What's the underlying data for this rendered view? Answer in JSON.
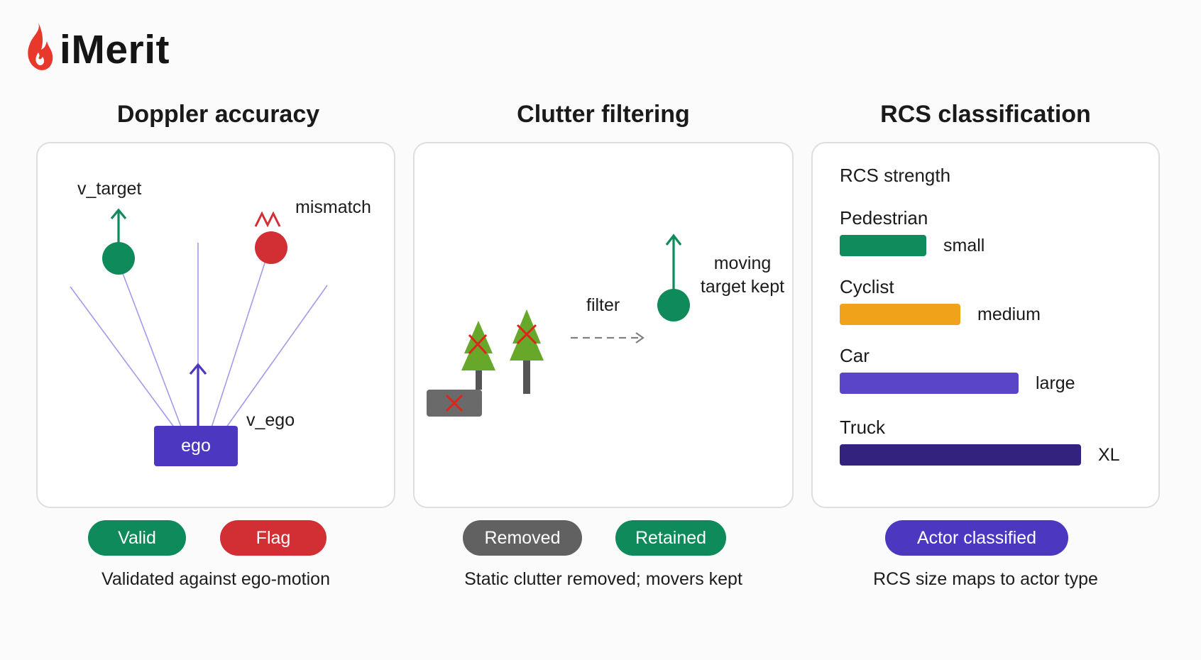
{
  "brand": {
    "name": "iMerit",
    "flame_color": "#e8372b"
  },
  "doppler": {
    "title": "Doppler accuracy",
    "label_target": "v_target",
    "label_mismatch": "mismatch",
    "label_ego_velocity": "v_ego",
    "ego_box": "ego",
    "pill_valid": "Valid",
    "pill_flag": "Flag",
    "caption": "Validated against ego-motion"
  },
  "clutter": {
    "title": "Clutter filtering",
    "filter_label": "filter",
    "moving_label_line1": "moving",
    "moving_label_line2": "target kept",
    "pill_removed": "Removed",
    "pill_retained": "Retained",
    "caption": "Static clutter removed; movers kept"
  },
  "rcs": {
    "title": "RCS classification",
    "heading": "RCS strength",
    "items": [
      {
        "name": "Pedestrian",
        "size": "small",
        "color": "#0e8c5c",
        "strength": 0.36
      },
      {
        "name": "Cyclist",
        "size": "medium",
        "color": "#f0a21b",
        "strength": 0.5
      },
      {
        "name": "Car",
        "size": "large",
        "color": "#5a45c8",
        "strength": 0.74
      },
      {
        "name": "Truck",
        "size": "XL",
        "color": "#33237f",
        "strength": 1.0
      }
    ],
    "pill_classified": "Actor classified",
    "caption": "RCS size maps to actor type"
  },
  "colors": {
    "green": "#0f8a5b",
    "red": "#d12f34",
    "gray": "#616161",
    "purple": "#4b37c0",
    "ray": "#a39bea"
  }
}
